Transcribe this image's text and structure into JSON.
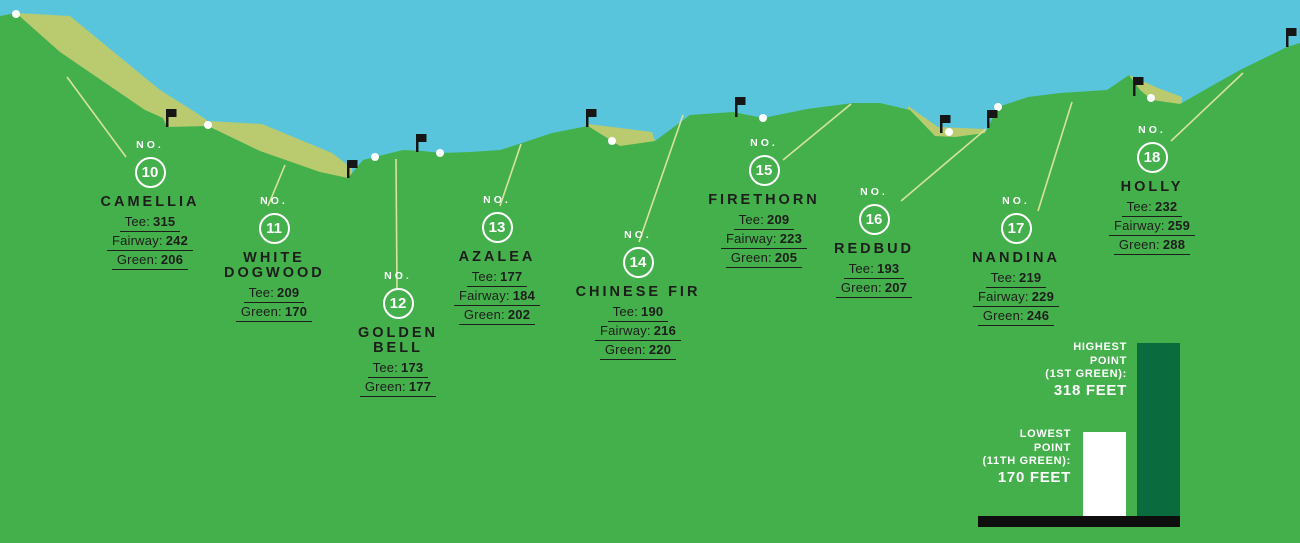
{
  "colors": {
    "sky": "#58C5DC",
    "grass": "#44B04C",
    "slope_band": "#B9CB6E",
    "pointer_line": "#D8E39A",
    "flag_black": "#161616",
    "text_dark": "#1d1d1b",
    "text_white": "#ffffff",
    "bar_dark_green": "#0A6B3F",
    "bar_white": "#ffffff"
  },
  "holes": [
    {
      "no_label": "NO.",
      "no": "10",
      "name": "CAMELLIA",
      "stats": [
        {
          "label": "Tee:",
          "value": "315"
        },
        {
          "label": "Fairway:",
          "value": "242"
        },
        {
          "label": "Green:",
          "value": "206"
        }
      ]
    },
    {
      "no_label": "NO.",
      "no": "11",
      "name": "WHITE DOGWOOD",
      "stats": [
        {
          "label": "Tee:",
          "value": "209"
        },
        {
          "label": "Green:",
          "value": "170"
        }
      ]
    },
    {
      "no_label": "NO.",
      "no": "12",
      "name": "GOLDEN BELL",
      "stats": [
        {
          "label": "Tee:",
          "value": "173"
        },
        {
          "label": "Green:",
          "value": "177"
        }
      ]
    },
    {
      "no_label": "NO.",
      "no": "13",
      "name": "AZALEA",
      "stats": [
        {
          "label": "Tee:",
          "value": "177"
        },
        {
          "label": "Fairway:",
          "value": "184"
        },
        {
          "label": "Green:",
          "value": "202"
        }
      ]
    },
    {
      "no_label": "NO.",
      "no": "14",
      "name": "CHINESE FIR",
      "stats": [
        {
          "label": "Tee:",
          "value": "190"
        },
        {
          "label": "Fairway:",
          "value": "216"
        },
        {
          "label": "Green:",
          "value": "220"
        }
      ]
    },
    {
      "no_label": "NO.",
      "no": "15",
      "name": "FIRETHORN",
      "stats": [
        {
          "label": "Tee:",
          "value": "209"
        },
        {
          "label": "Fairway:",
          "value": "223"
        },
        {
          "label": "Green:",
          "value": "205"
        }
      ]
    },
    {
      "no_label": "NO.",
      "no": "16",
      "name": "REDBUD",
      "stats": [
        {
          "label": "Tee:",
          "value": "193"
        },
        {
          "label": "Green:",
          "value": "207"
        }
      ]
    },
    {
      "no_label": "NO.",
      "no": "17",
      "name": "NANDINA",
      "stats": [
        {
          "label": "Tee:",
          "value": "219"
        },
        {
          "label": "Fairway:",
          "value": "229"
        },
        {
          "label": "Green:",
          "value": "246"
        }
      ]
    },
    {
      "no_label": "NO.",
      "no": "18",
      "name": "HOLLY",
      "stats": [
        {
          "label": "Tee:",
          "value": "232"
        },
        {
          "label": "Fairway:",
          "value": "259"
        },
        {
          "label": "Green:",
          "value": "288"
        }
      ]
    }
  ],
  "legend": {
    "highest": {
      "lines": "HIGHEST\nPOINT\n(1ST GREEN):",
      "value": "318 FEET"
    },
    "lowest": {
      "lines": "LOWEST\nPOINT\n(11TH GREEN):",
      "value": "170 FEET"
    }
  },
  "chart_data": {
    "type": "area",
    "description": "Elevation profile of golf holes 10-18, terrain silhouette with flags at each green",
    "unit": "feet",
    "categories": [
      "10",
      "11",
      "12",
      "13",
      "14",
      "15",
      "16",
      "17",
      "18"
    ],
    "hole_names": [
      "CAMELLIA",
      "WHITE DOGWOOD",
      "GOLDEN BELL",
      "AZALEA",
      "CHINESE FIR",
      "FIRETHORN",
      "REDBUD",
      "NANDINA",
      "HOLLY"
    ],
    "series": [
      {
        "name": "Tee",
        "values": [
          315,
          209,
          173,
          177,
          190,
          209,
          193,
          219,
          232
        ]
      },
      {
        "name": "Fairway",
        "values": [
          242,
          null,
          null,
          184,
          216,
          223,
          null,
          229,
          259
        ]
      },
      {
        "name": "Green",
        "values": [
          206,
          170,
          177,
          202,
          220,
          205,
          207,
          246,
          288
        ]
      }
    ],
    "annotations": {
      "highest_point_feet": 318,
      "highest_point_location": "(1ST GREEN)",
      "lowest_point_feet": 170,
      "lowest_point_location": "(11TH GREEN)"
    },
    "legend_position": "bottom-right",
    "grid": false
  }
}
